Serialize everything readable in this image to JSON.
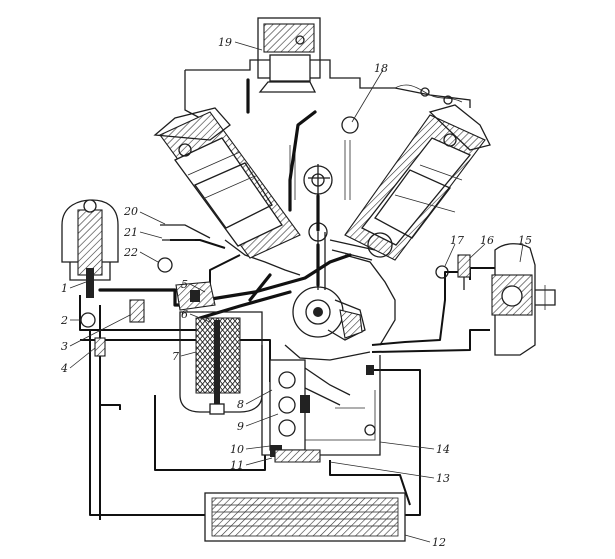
{
  "diagram": {
    "labels": [
      "1",
      "2",
      "3",
      "4",
      "5",
      "6",
      "7",
      "8",
      "9",
      "10",
      "11",
      "12",
      "13",
      "14",
      "15",
      "16",
      "17",
      "18",
      "19",
      "20",
      "21",
      "22"
    ]
  }
}
